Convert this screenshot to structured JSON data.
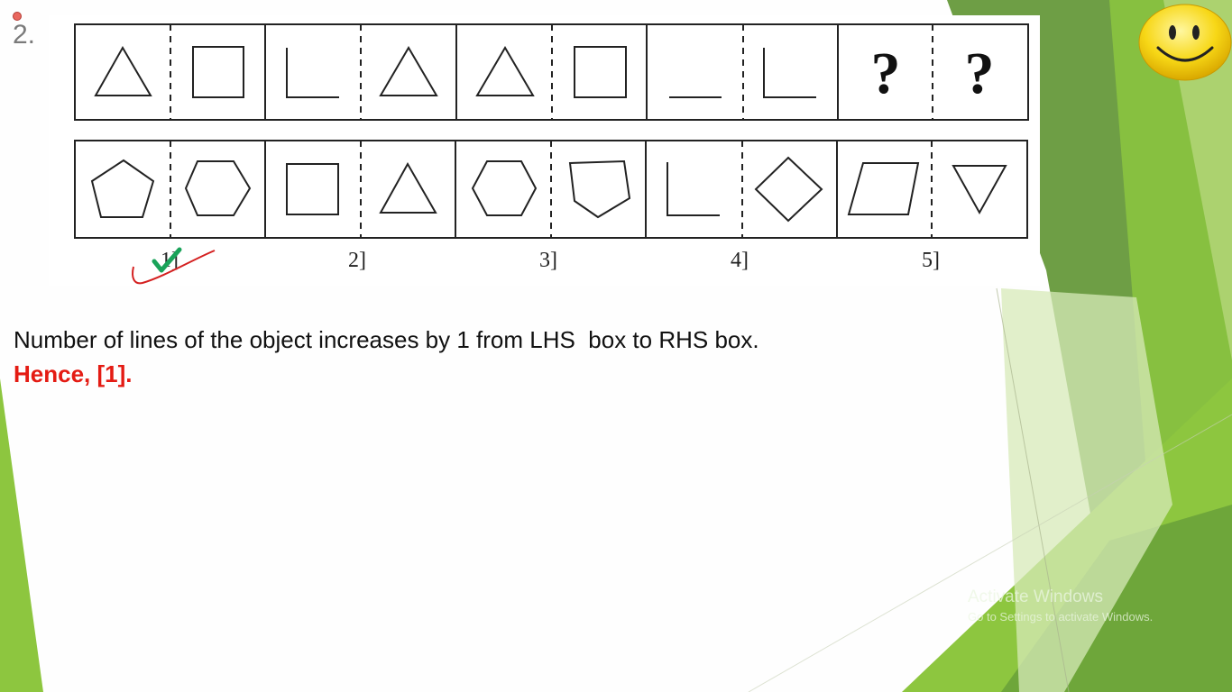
{
  "question_number": "2.",
  "problem_figures": [
    "?",
    "?"
  ],
  "answer_options": [
    "1]",
    "2]",
    "3]",
    "4]",
    "5]"
  ],
  "selected_option": "1]",
  "explanation": "Number of lines of the object increases by 1 from LHS  box to RHS box.",
  "answer": "Hence, [1].",
  "watermark": {
    "title": "Activate Windows",
    "subtitle": "Go to Settings to activate Windows."
  },
  "icons": [
    "smiley-face-icon",
    "checkmark-icon",
    "recording-indicator-icon"
  ],
  "colors": {
    "answer_text": "#e41b13",
    "checkmark": "#1aa35a",
    "annotation_ink": "#d42020",
    "theme_green": "#8dc63f"
  }
}
